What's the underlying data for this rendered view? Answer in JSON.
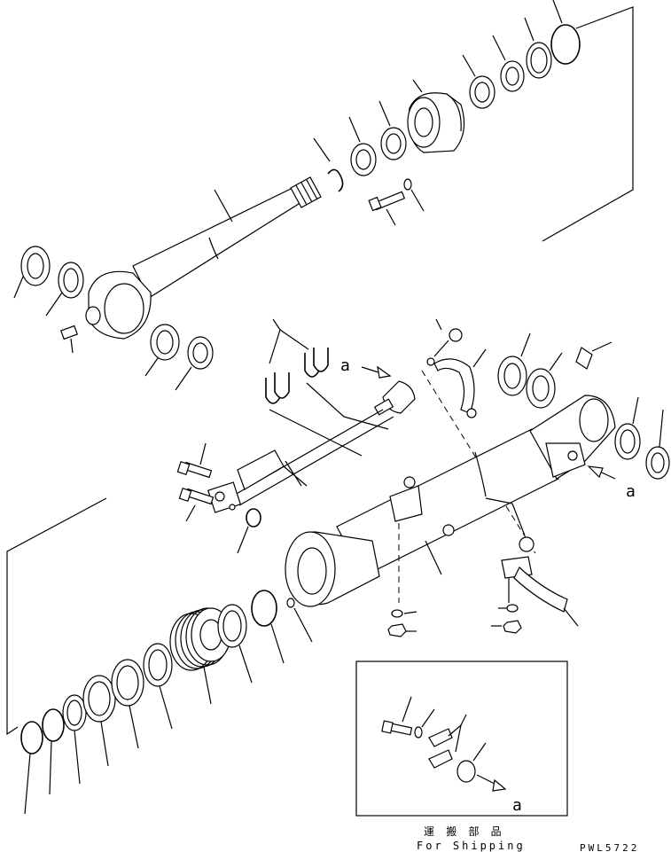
{
  "labels": {
    "ref_a_top": "a",
    "ref_a_right": "a",
    "ref_a_inset": "a"
  },
  "inset": {
    "caption_jp": "運 搬 部 品",
    "caption_en": "For Shipping"
  },
  "drawing_code": "PWL5722",
  "colors": {
    "line": "#000000",
    "background": "#ffffff"
  }
}
